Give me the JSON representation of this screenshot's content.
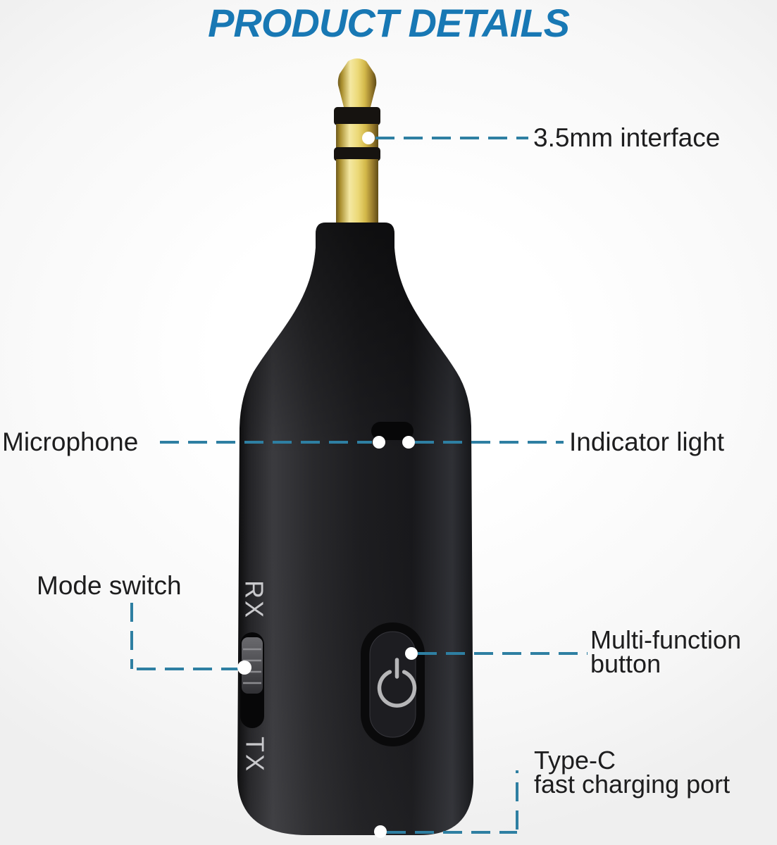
{
  "title": "PRODUCT DETAILS",
  "colors": {
    "title": "#1878b4",
    "callout_line": "#2e7fa2",
    "label_text": "#1d1d1e",
    "dot": "#ffffff",
    "device_body": "#1d1d20",
    "jack_gold": "#ecd978"
  },
  "device": {
    "mode_switch_top": "RX",
    "mode_switch_bottom": "TX"
  },
  "icons": {
    "power_button": "power-icon"
  },
  "callouts": {
    "jack": {
      "label": "3.5mm interface"
    },
    "microphone": {
      "label": "Microphone"
    },
    "indicator_light": {
      "label": "Indicator light"
    },
    "mode_switch": {
      "label": "Mode switch"
    },
    "multi_function": {
      "line1": "Multi-function",
      "line2": "button"
    },
    "type_c": {
      "line1": "Type-C",
      "line2": "fast charging port"
    }
  }
}
